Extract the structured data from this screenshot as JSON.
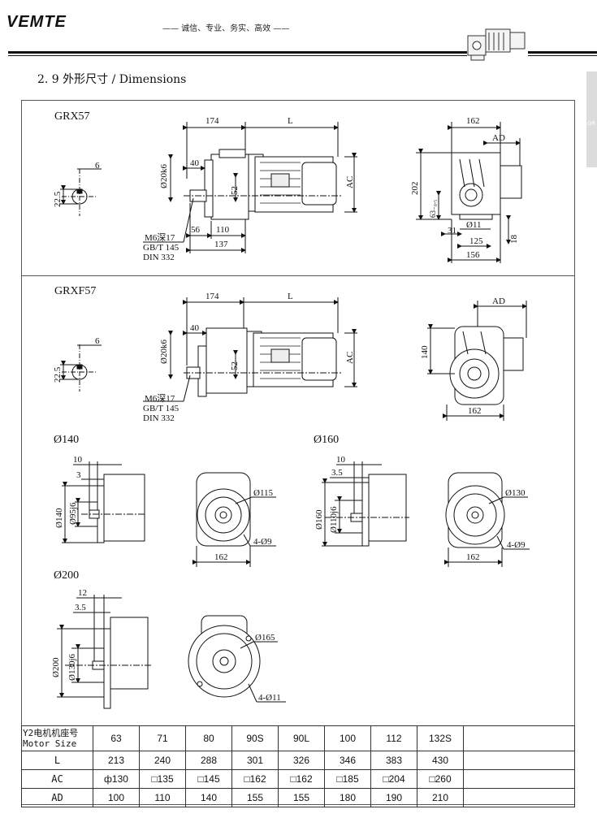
{
  "header": {
    "brand": "VEMTE",
    "slogan": "—— 诚信、专业、务实、高效 ——"
  },
  "side_tab": {
    "text": "GR"
  },
  "section": {
    "title": "2. 9 外形尺寸 / Dimensions"
  },
  "grx57": {
    "title": "GRX57",
    "dims": {
      "d174": "174",
      "L": "L",
      "d6": "6",
      "d225": "22.5",
      "shaft": "Ø20k6",
      "d40": "40",
      "d52": "52",
      "AC": "AC",
      "m6": "M6深17",
      "gb": "GB/T 145",
      "din": "DIN 332",
      "d56": "56",
      "d110": "110",
      "d137": "137",
      "d162": "162",
      "AD": "AD",
      "d202": "202",
      "d63": "63₋₀.₅",
      "d11": "Ø11",
      "d31": "31",
      "d125": "125",
      "d156": "156",
      "d18": "18"
    }
  },
  "grxf57": {
    "title": "GRXF57",
    "dims": {
      "d174": "174",
      "L": "L",
      "d6": "6",
      "d225": "22.5",
      "shaft": "Ø20k6",
      "d40": "40",
      "d52": "52",
      "AC": "AC",
      "m6": "M6深17",
      "gb": "GB/T 145",
      "din": "DIN 332",
      "AD": "AD",
      "d140": "140",
      "d162": "162"
    }
  },
  "flange140": {
    "title": "Ø140",
    "dims": {
      "d10": "10",
      "d3": "3",
      "d140": "Ø140",
      "d95": "Ø95j6",
      "d115": "Ø115",
      "holes": "4-Ø9",
      "d162": "162"
    }
  },
  "flange160": {
    "title": "Ø160",
    "dims": {
      "d10": "10",
      "d35": "3.5",
      "d160": "Ø160",
      "d110": "Ø110j6",
      "d130": "Ø130",
      "holes": "4-Ø9",
      "d162": "162"
    }
  },
  "flange200": {
    "title": "Ø200",
    "dims": {
      "d12": "12",
      "d35": "3.5",
      "d200": "Ø200",
      "d130": "Ø130j6",
      "d165": "Ø165",
      "holes": "4-Ø11"
    }
  },
  "table": {
    "header_label_1": "Y2电机机座号",
    "header_label_2": "Motor Size",
    "sizes": [
      "63",
      "71",
      "80",
      "90S",
      "90L",
      "100",
      "112",
      "132S"
    ],
    "rows": [
      {
        "label": "L",
        "values": [
          "213",
          "240",
          "288",
          "301",
          "326",
          "346",
          "383",
          "430"
        ]
      },
      {
        "label": "AC",
        "values": [
          "ф130",
          "□135",
          "□145",
          "□162",
          "□162",
          "□185",
          "□204",
          "□260"
        ]
      },
      {
        "label": "AD",
        "values": [
          "100",
          "110",
          "140",
          "155",
          "155",
          "180",
          "190",
          "210"
        ]
      }
    ]
  }
}
